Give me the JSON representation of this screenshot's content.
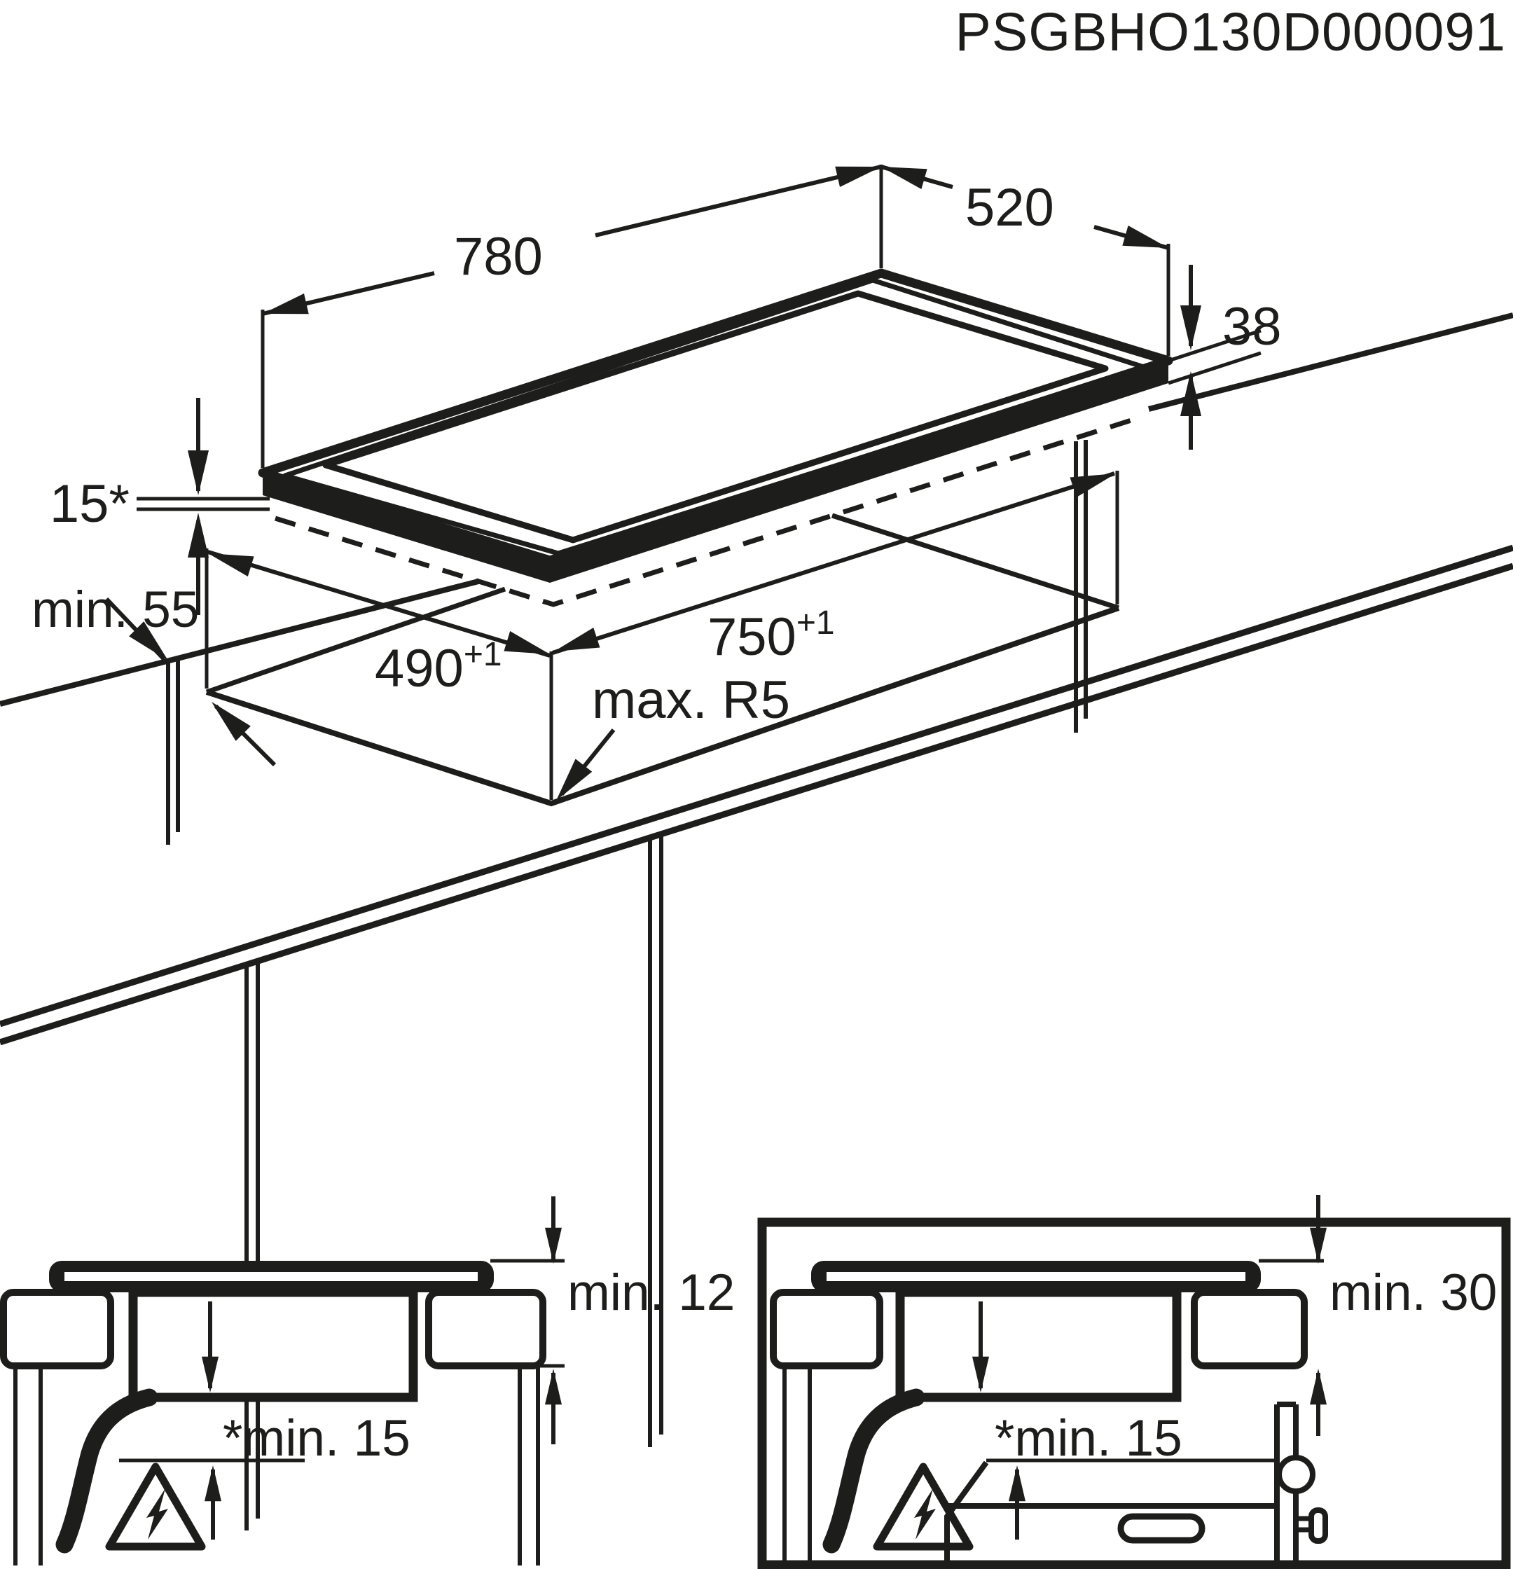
{
  "colors": {
    "ink": "#1d1d1b",
    "paper": "#ffffff"
  },
  "doc_code": "PSGBHO130D000091",
  "isometric": {
    "hob_width": "780",
    "hob_depth": "520",
    "hob_height": "38",
    "hob_glass_overhang": "15*",
    "rear_edge_clearance": "min. 55",
    "cutout_depth": "490",
    "cutout_depth_tolerance": "+1",
    "cutout_width": "750",
    "cutout_width_tolerance": "+1",
    "cutout_corner_radius": "max. R5"
  },
  "section_worktop": {
    "worktop_thickness": "min. 12",
    "under_hob_clearance": "*min. 15",
    "hazard_icon": "electric-shock-warning-triangle"
  },
  "section_oven": {
    "hob_to_oven_clearance": "min. 30",
    "under_hob_clearance": "*min. 15",
    "hazard_icon": "electric-shock-warning-triangle"
  }
}
